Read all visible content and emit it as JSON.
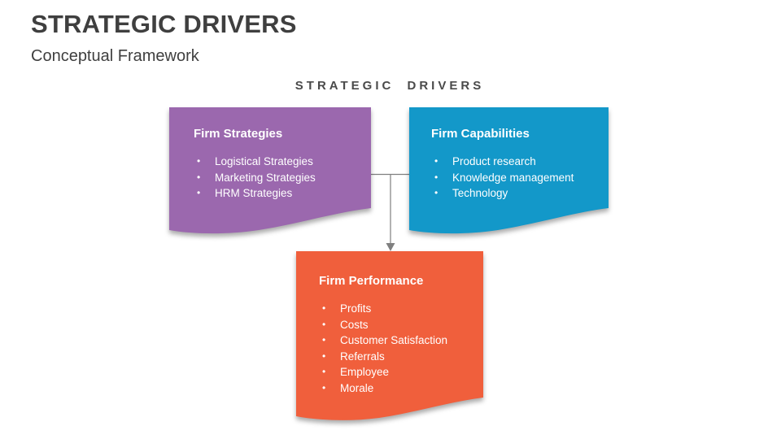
{
  "slide": {
    "title": "STRATEGIC DRIVERS",
    "subtitle": "Conceptual Framework",
    "diagram_heading": "STRATEGIC DRIVERS"
  },
  "colors": {
    "background": "#ffffff",
    "title_text": "#3f3f3f",
    "diagram_heading_text": "#4a4a4a",
    "connector": "#7f7f7f",
    "box_text": "#ffffff",
    "firm_strategies_fill": "#9b68ae",
    "firm_capabilities_fill": "#1398c9",
    "firm_performance_fill": "#f05f3c"
  },
  "boxes": [
    {
      "title": "Firm Strategies",
      "fill": "#9b68ae",
      "items": [
        "Logistical Strategies",
        "Marketing Strategies",
        "HRM Strategies"
      ]
    },
    {
      "title": "Firm Capabilities",
      "fill": "#1398c9",
      "items": [
        "Product research",
        "Knowledge management",
        "Technology"
      ]
    },
    {
      "title": "Firm Performance",
      "fill": "#f05f3c",
      "items": [
        "Profits",
        "Costs",
        "Customer Satisfaction",
        "Referrals",
        "Employee",
        "Morale"
      ]
    }
  ]
}
